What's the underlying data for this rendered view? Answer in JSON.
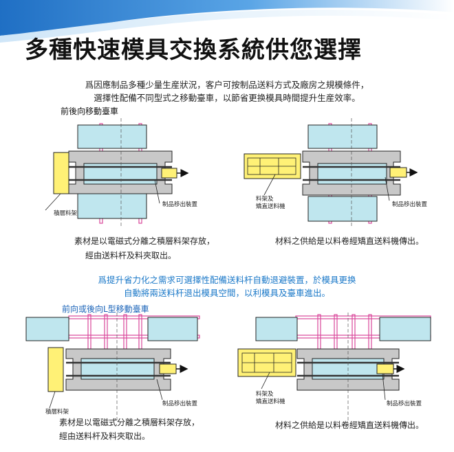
{
  "title": "多種快速模具交換系統供您選擇",
  "intro": {
    "line1": "爲因應制品多種少量生産狀況，客户可按制品送料方式及廠房之規模條件，",
    "line2": "選擇性配備不同型式之移動臺車，以節省更换模具時間提升生産效率。"
  },
  "section1": {
    "heading": "前後向移動臺車",
    "left": {
      "label_storage": "積層料架",
      "label_outlet": "制品移出裝置",
      "caption1": "素材是以電磁式分離之積層料架存放，",
      "caption2": "經由送料杆及料夾取出。"
    },
    "right": {
      "label_rack1": "料架及",
      "label_rack2": "矯直送料機",
      "label_outlet": "制品移出裝置",
      "caption": "材料之供給是以料卷經矯直送料機傳出。"
    }
  },
  "note": {
    "line1": "爲提升省力化之需求可選擇性配備送料杆自動退避裝置，於模具更换",
    "line2": "自動將兩送料杆退出模具空間，以利模具及臺車進出。"
  },
  "section2": {
    "heading": "前向或後向L型移動臺車",
    "left": {
      "label_storage": "積層料架",
      "label_outlet": "制品移出裝置",
      "caption1": "素材是以電磁式分離之積層料架存放，",
      "caption2": "經由送料杆及料夾取出。"
    },
    "right": {
      "label_rack1": "料架及",
      "label_rack2": "矯直送料機",
      "label_outlet": "制品移出裝置",
      "caption": "材料之供給是以料卷經矯直送料機傳出。"
    }
  },
  "colors": {
    "banner": "#2f7fd0",
    "cyan": "#bfe6ee",
    "yellow": "#fff176",
    "gray": "#c8c8c8",
    "pink": "#d9459a",
    "note_text": "#1a78c8"
  }
}
